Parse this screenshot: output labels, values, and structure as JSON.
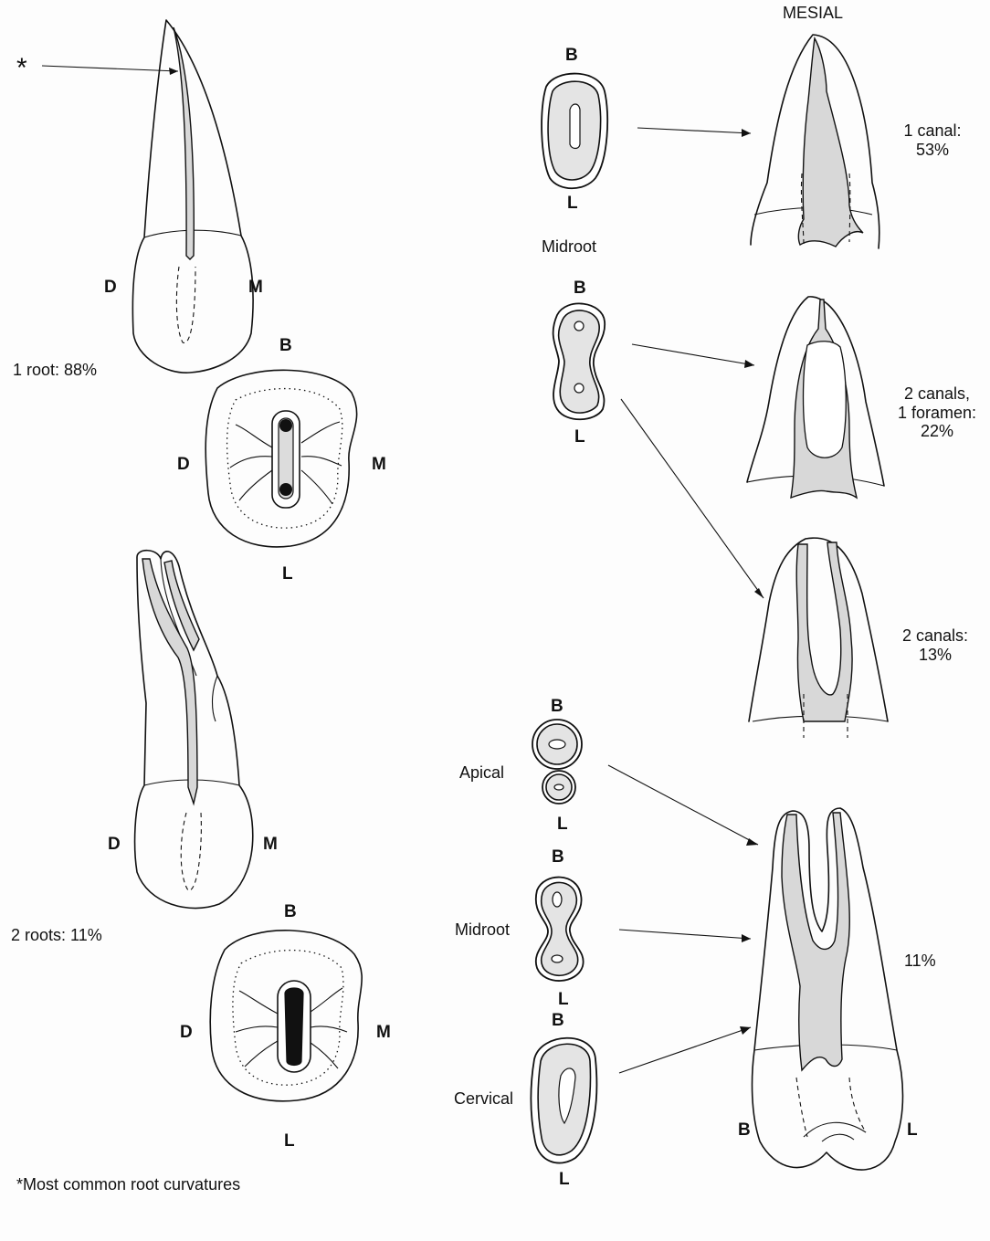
{
  "labels": {
    "mesial_header": "MESIAL",
    "asterisk": "*",
    "footnote": "*Most common root curvatures",
    "one_root": "1 root: 88%",
    "two_roots": "2 roots: 11%",
    "b": "B",
    "l": "L",
    "d": "D",
    "m": "M",
    "midroot": "Midroot",
    "apical": "Apical",
    "cervical": "Cervical",
    "canal_1_line1": "1 canal:",
    "canal_1_line2": "53%",
    "canal_2_line1": "2 canals,",
    "canal_2_line2": "1 foramen:",
    "canal_2_line3": "22%",
    "canal_3_line1": "2 canals:",
    "canal_3_line2": "13%",
    "pct_11": "11%"
  },
  "colors": {
    "ink": "#111111",
    "shade": "#d8d8d8",
    "background": "#fdfdfd"
  }
}
